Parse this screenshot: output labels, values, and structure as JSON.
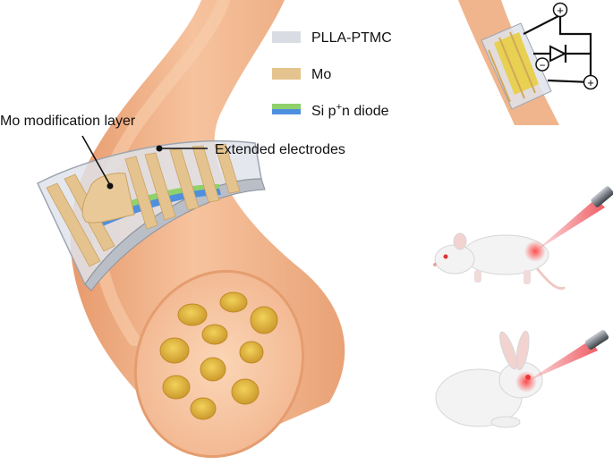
{
  "legend": {
    "items": [
      {
        "label": "PLLA-PTMC",
        "color": "#d9dde3"
      },
      {
        "label": "Mo",
        "color": "#e5c38e"
      },
      {
        "label": "Si p",
        "sup": "+",
        "suffix": "n diode",
        "colors": [
          "#8fd16a",
          "#4f8fe0"
        ]
      }
    ]
  },
  "callouts": {
    "mo_layer": "Mo modification layer",
    "electrodes": "Extended electrodes"
  },
  "circuit": {
    "top_terminal": "+",
    "bottom_terminal": "+",
    "minus_terminal": "−"
  },
  "colors": {
    "nerve": "#f0b58c",
    "nerve_dark": "#d98f62",
    "fascicle": "#d8b23a",
    "laser": "#e8202a",
    "animal": "#f3f3f3"
  },
  "icons": [
    "nerve-illustration",
    "implant-device",
    "rat-icon",
    "rabbit-icon",
    "laser-pointer-icon",
    "diode-symbol"
  ]
}
